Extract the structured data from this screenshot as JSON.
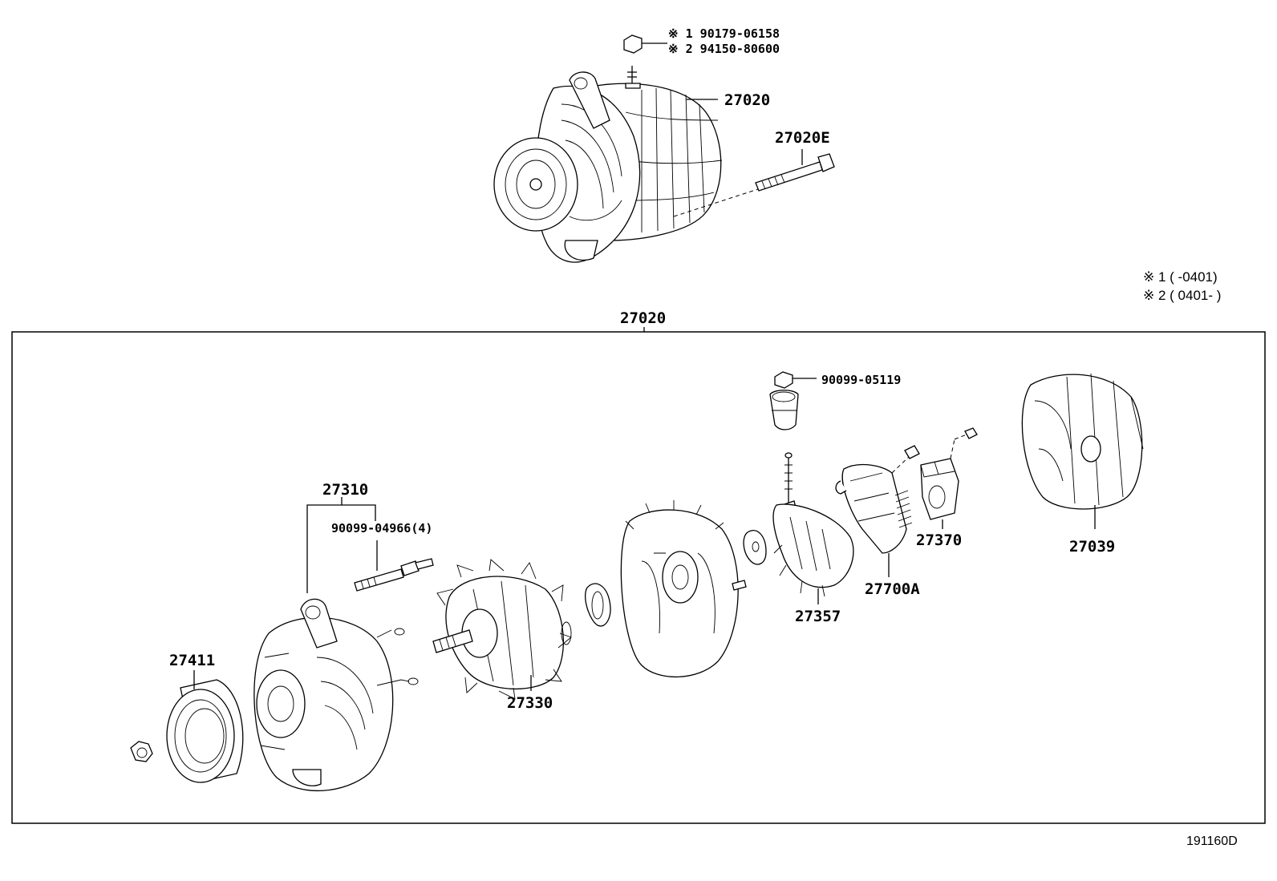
{
  "assembly": {
    "part_alternator": "27020",
    "part_bolt": "27020E",
    "nut_note_1": "※ 1 90179-06158",
    "nut_note_2": "※ 2 94150-80600"
  },
  "legend": {
    "line_1": "※ 1 (        -0401)",
    "line_2": "※ 2 ( 0401-        )"
  },
  "exploded": {
    "box_label": "27020",
    "parts": {
      "pulley": "27411",
      "drive_frame": "27310",
      "stud_bolt": "90099-04966(4)",
      "rotor": "27330",
      "terminal_nut": "90099-05119",
      "rectifier_holder": "27357",
      "regulator": "27700A",
      "brush_holder": "27370",
      "rear_cover": "27039"
    }
  },
  "diagram_id": "191160D"
}
